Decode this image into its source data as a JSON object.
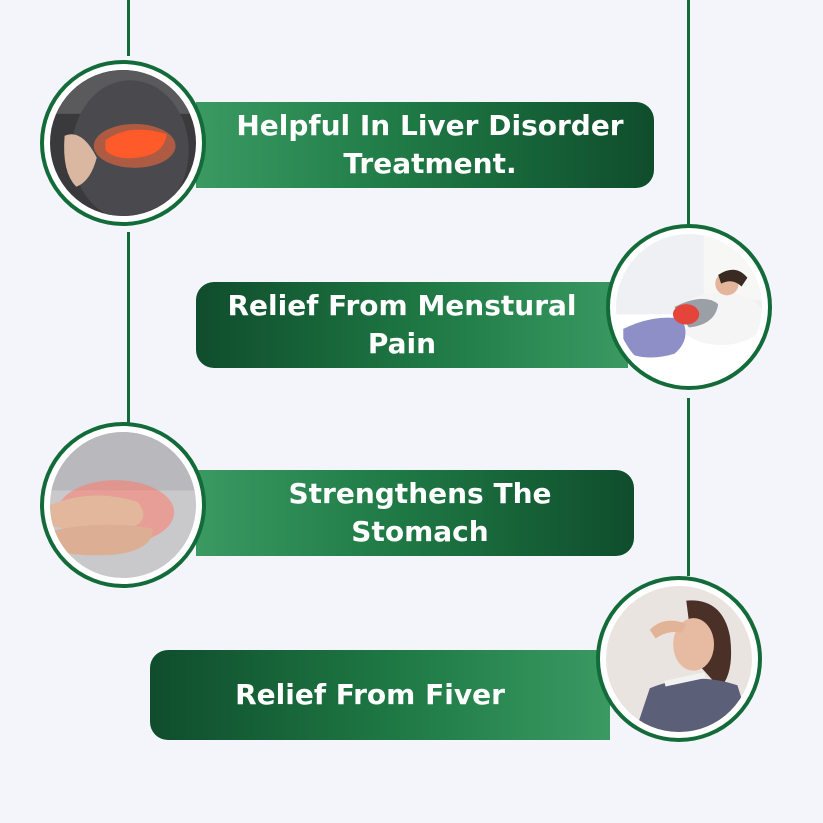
{
  "benefits": [
    {
      "line1": "Helpful In Liver Disorder",
      "line2": "Treatment.",
      "image_icon": "liver-pain-photo-icon"
    },
    {
      "line1": "Relief From Menstural",
      "line2": "Pain",
      "image_icon": "menstrual-pain-photo-icon"
    },
    {
      "line1": "Strengthens The",
      "line2": "Stomach",
      "image_icon": "stomach-pain-photo-icon"
    },
    {
      "line1": "Relief From Fiver",
      "line2": "",
      "image_icon": "fever-photo-icon"
    }
  ],
  "colors": {
    "background": "#f3f5fb",
    "accent_dark": "#0f4d2c",
    "accent_mid": "#1f7a45",
    "accent_light": "#3a9a62",
    "text": "#ffffff"
  }
}
